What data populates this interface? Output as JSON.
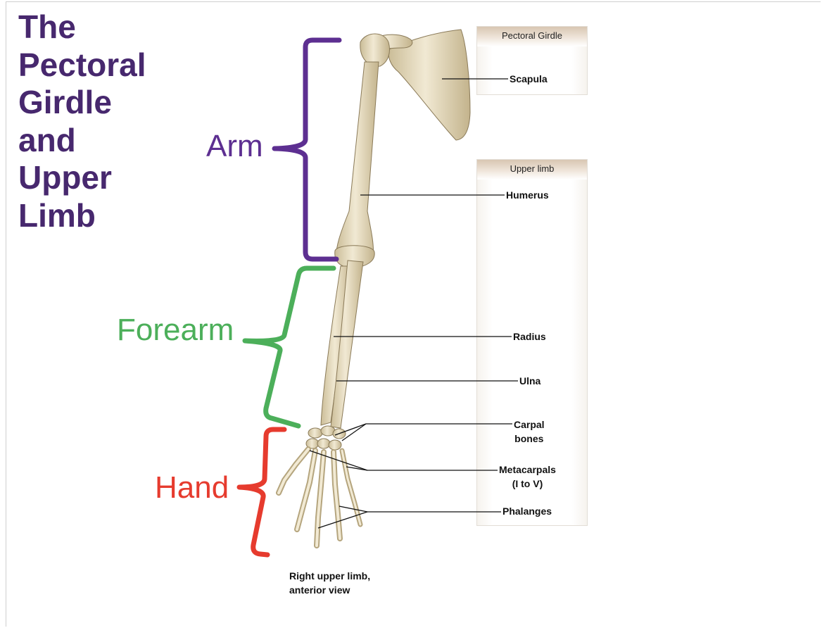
{
  "title_lines": [
    "The",
    "Pectoral",
    "Girdle",
    "and",
    "Upper",
    "Limb"
  ],
  "regions": {
    "arm": {
      "label": "Arm",
      "color": "#5d2f91"
    },
    "forearm": {
      "label": "Forearm",
      "color": "#4caf5a"
    },
    "hand": {
      "label": "Hand",
      "color": "#e63b2e"
    }
  },
  "panels": {
    "girdle": {
      "heading": "Pectoral Girdle"
    },
    "limb": {
      "heading": "Upper limb"
    }
  },
  "bones": {
    "scapula": {
      "line1": "Scapula",
      "line2": ""
    },
    "humerus": {
      "line1": "Humerus",
      "line2": ""
    },
    "radius": {
      "line1": "Radius",
      "line2": ""
    },
    "ulna": {
      "line1": "Ulna",
      "line2": ""
    },
    "carpals": {
      "line1": "Carpal",
      "line2": "bones"
    },
    "metacarpals": {
      "line1": "Metacarpals",
      "line2": "(I to V)"
    },
    "phalanges": {
      "line1": "Phalanges",
      "line2": ""
    }
  },
  "caption": {
    "line1": "Right upper limb,",
    "line2": "anterior view"
  }
}
